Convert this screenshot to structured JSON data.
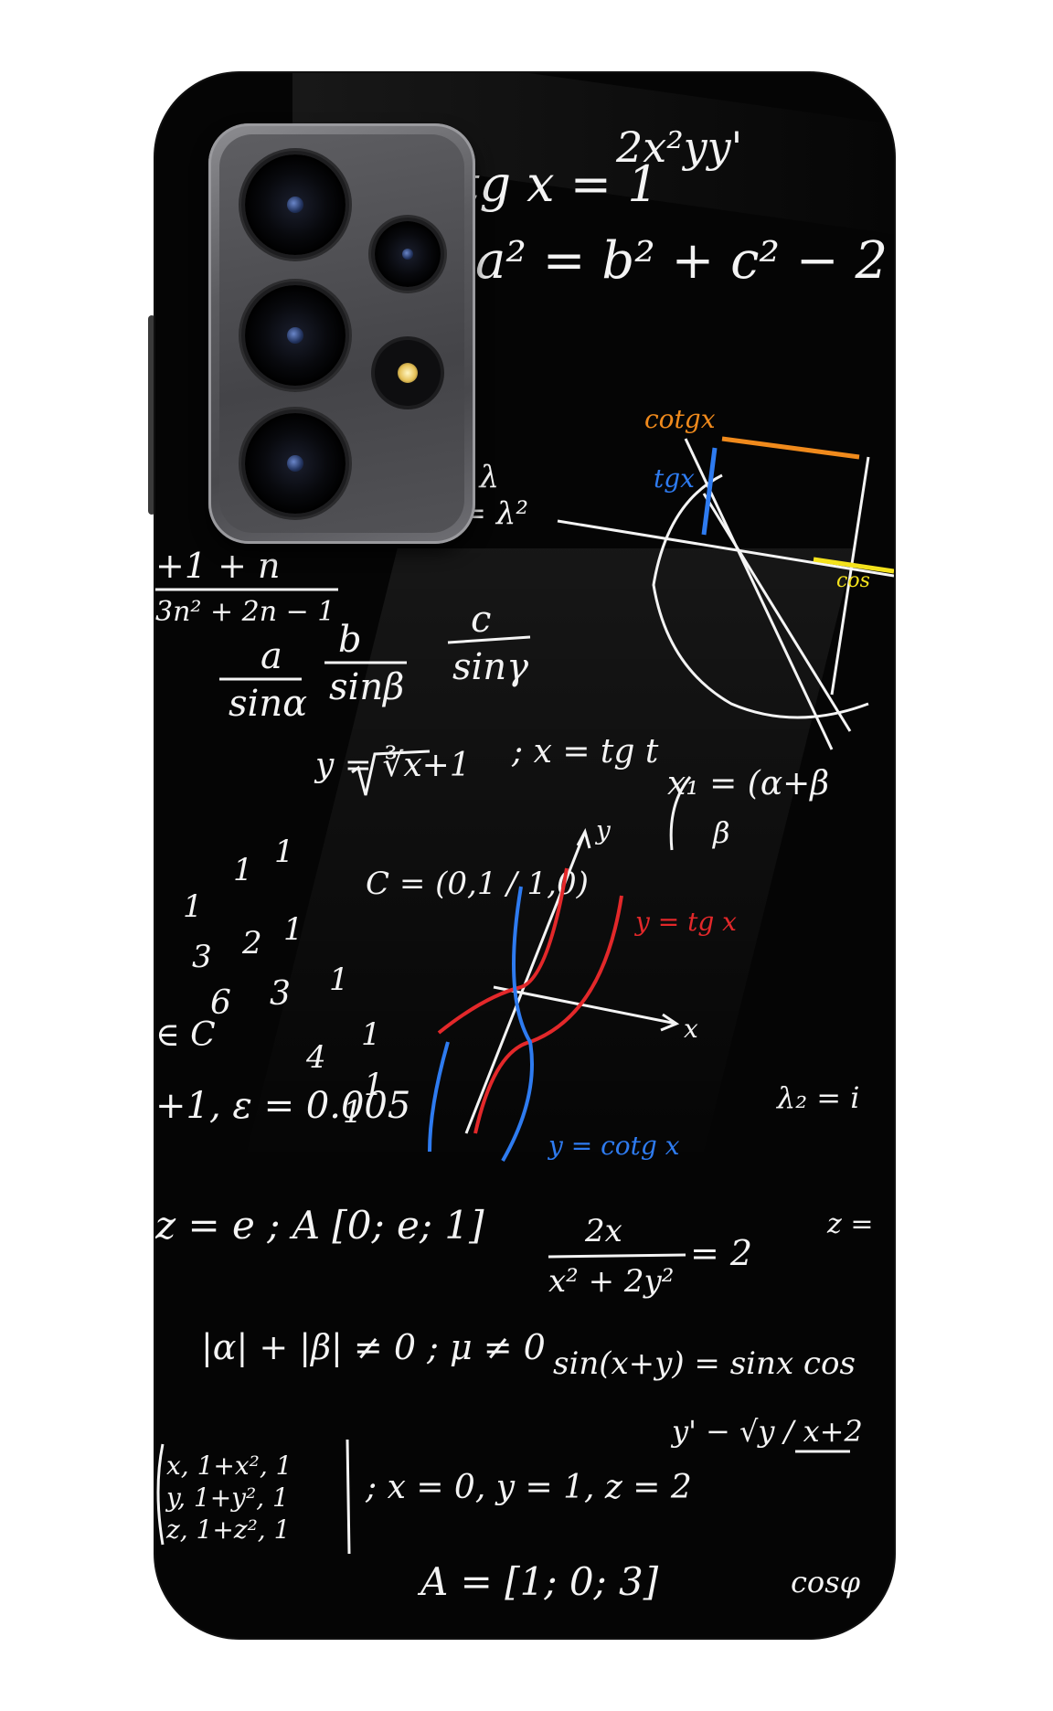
{
  "formulas": {
    "f1": "2x²yy'",
    "f2": "cotg x = 1",
    "f3": "a² = b² + c² − 2",
    "f4": "= 1",
    "f5": "+z = λ",
    "f6": "+ λz = λ²",
    "f7": "+1 + n",
    "f8": "3n² + 2n − 1",
    "f9_num": "a",
    "f9_den": "sinα",
    "f10_num": "b",
    "f10_den": "sinβ",
    "f11_num": "c",
    "f11_den": "sinγ",
    "f12": "y = ∛x+1",
    "f13": "; x = tg t",
    "f14": "x₁ = (α+β",
    "f15": "β",
    "f16": "C = (0,1 / 1,0)",
    "f17": "∈ C",
    "f18": "+1, ε = 0.005",
    "f19": "λ₂ = i",
    "f20": "z = e ; A [0; e; 1]",
    "f21_num": "2x",
    "f21_den": "x² + 2y²",
    "f21_rhs": "= 2",
    "f22": "z =",
    "f23": "|α| + |β| ≠ 0 ; μ ≠ 0",
    "f24": "sin(x+y) = sinx cos",
    "f25": "y' − √y / x+2",
    "f26": "; x = 0, y = 1, z = 2",
    "f27": "A = [1; 0; 3]",
    "f28": "cosφ",
    "m1": "x, 1+x², 1",
    "m2": "y, 1+y², 1",
    "m3": "z, 1+z², 1"
  },
  "graph_labels": {
    "cotgx": "cotgx",
    "tgx": "tgx",
    "cos": "cos",
    "x_axis": "x",
    "y_axis": "y",
    "y_tg": "y = tg x",
    "y_cotg": "y = cotg x"
  },
  "digits": [
    "1",
    "1",
    "1",
    "1",
    "2",
    "1",
    "3",
    "6",
    "3",
    "1",
    "4",
    "1",
    "1"
  ],
  "colors": {
    "case": "#050505",
    "chalk": "#f4f4f4",
    "red": "#e3282a",
    "blue": "#2e7bf0",
    "orange": "#f08a1c",
    "yellow": "#f4e21c",
    "camera": "#5b5b5f"
  }
}
